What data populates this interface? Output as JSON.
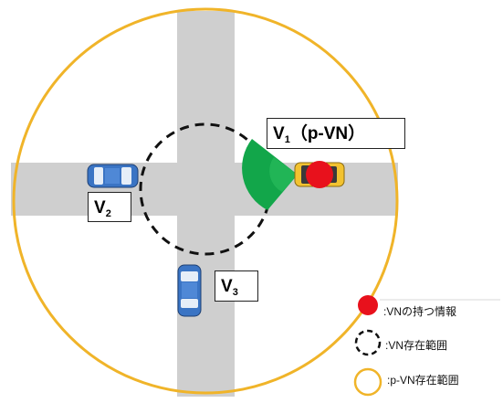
{
  "labels": {
    "v1": {
      "main": "V",
      "sub": "1",
      "suffix": "（p-VN）"
    },
    "v2": {
      "main": "V",
      "sub": "2"
    },
    "v3": {
      "main": "V",
      "sub": "3"
    }
  },
  "legend": {
    "items": [
      {
        "text": ":VNの持つ情報",
        "symbol": "red-filled-circle"
      },
      {
        "text": ":VN存在範囲",
        "symbol": "black-dashed-circle"
      },
      {
        "text": ":p-VN存在範囲",
        "symbol": "orange-circle"
      }
    ]
  },
  "colors": {
    "road": "#cfcfcf",
    "p_vn_range": "#f0b429",
    "vn_range": "#111111",
    "vn_info": "#e8111c",
    "sensor_sector": "#12a64a",
    "car_blue": "#3a74c4",
    "car_yellow": "#f2c230"
  }
}
